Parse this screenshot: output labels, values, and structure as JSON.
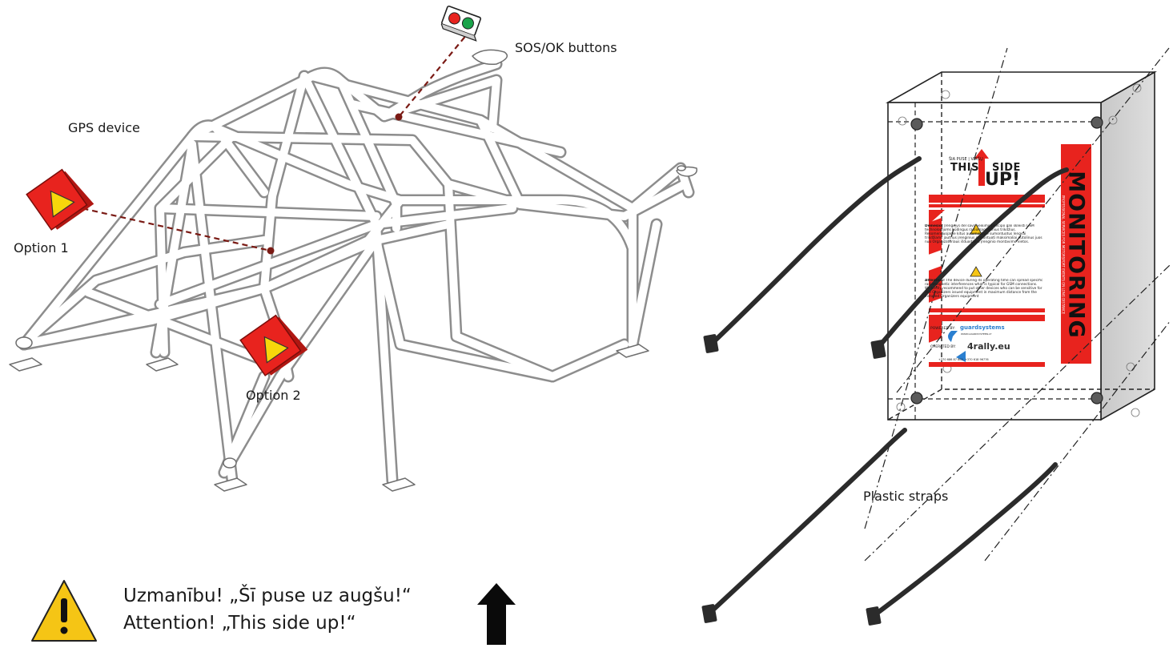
{
  "labels": {
    "sos_ok": "SOS/OK buttons",
    "gps_device": "GPS device",
    "option1": "Option 1",
    "option2": "Option 2",
    "plastic_straps": "Plastic straps"
  },
  "warning": {
    "line_lv": "Uzmanību! „Šī puse uz augšu!“",
    "line_en": "Attention! „This side up!“",
    "icon": "warning-triangle-icon",
    "arrow_icon": "up-arrow-icon"
  },
  "device_label": {
    "side_lt": "ŠIA PUSE | VIRŠŲ",
    "this_side_1": "THIS",
    "this_side_2": "SIDE",
    "up": "UP!",
    "demesio_title": "Dėmesio!",
    "demesio_text": "Įrenginys dėl savo veikimo principo gali skleisti GSM technologijoms būdingus radiomagnetinius trikdžius. Rekomenduojame kitus automobilyje sumontuotus lengvai trikdžiams jautrius įrenginius sumontuoti maksimaliai nutolinus juos nuo Organizatoriaus išduodamo įrenginio montavimo vietos.",
    "attention_title": "Attention!",
    "attention_text": "The device during its operating time can spread specific radiomagnetic interferences what is typical for GSM connections. We kindly recommend to put other devices who can be sensitive for this Organizers issued equipment in maximum distance from the installed Organizers equipment",
    "powered_by": "POWERED BY:",
    "powered_brand": "guardsystems",
    "powered_url": "WWW.GUARDSYSTEMS.LT",
    "operated_by": "OPERATED BY:",
    "operated_brand": "4rally.eu",
    "phones": "+370 686 87 802, +370 618 96776",
    "side_banner": "MONITORING",
    "side_banner_sub": "PROFESSIONAL SERVICES FOR MOTORSPORT EVENTS ON LONG DISTANCE"
  },
  "colors": {
    "red": "#e8231e",
    "yellow": "#f7d60b",
    "dashed_line": "#7a1a14",
    "green": "#1aa34a",
    "strap": "#2b2b2b",
    "warning_yellow": "#f5c515"
  }
}
